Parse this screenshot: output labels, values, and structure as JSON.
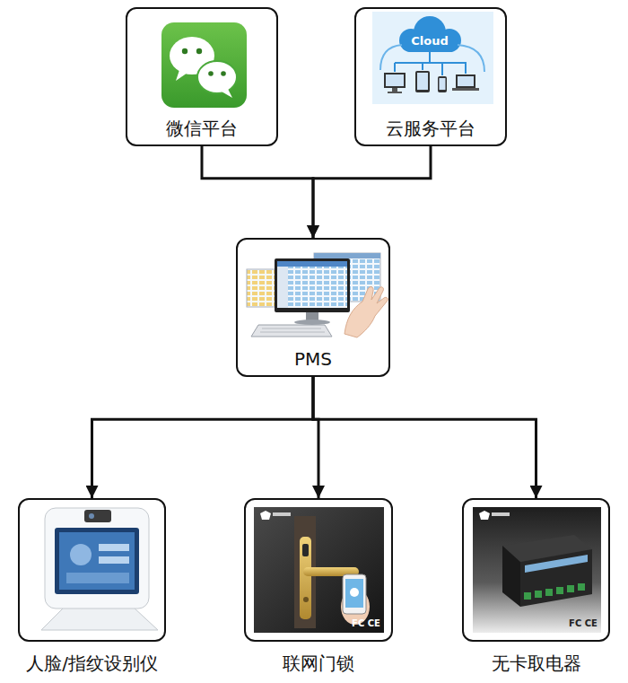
{
  "diagram": {
    "nodes": [
      {
        "text": [
          "微信平台"
        ]
      },
      {
        "text": [
          "云服务平台"
        ]
      },
      {
        "text": [
          "PMS"
        ]
      },
      {
        "text": [
          "人脸/指纹设别仪"
        ]
      },
      {
        "text": [
          "联网门锁"
        ]
      },
      {
        "text": [
          "无卡取电器"
        ]
      }
    ],
    "edges": [
      {
        "from": 0,
        "to": 2,
        "arrow": "to"
      },
      {
        "from": 1,
        "to": 2,
        "arrow": "to"
      },
      {
        "from": 2,
        "to": 3,
        "arrow": "to"
      },
      {
        "from": 2,
        "to": 4,
        "arrow": "to"
      },
      {
        "from": 2,
        "to": 5,
        "arrow": "to"
      }
    ],
    "labels": [
      "Cloud",
      "FC CE",
      "FC CE"
    ]
  }
}
